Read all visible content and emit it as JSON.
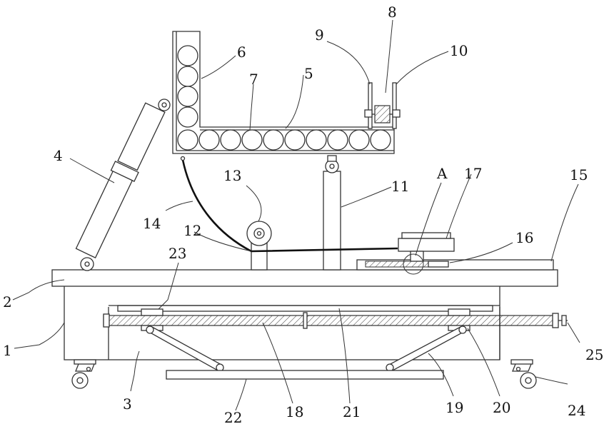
{
  "figure": {
    "callouts": [
      {
        "id": "c1",
        "text": "1"
      },
      {
        "id": "c2",
        "text": "2"
      },
      {
        "id": "c3",
        "text": "3"
      },
      {
        "id": "c4",
        "text": "4"
      },
      {
        "id": "c5",
        "text": "5"
      },
      {
        "id": "c6",
        "text": "6"
      },
      {
        "id": "c7",
        "text": "7"
      },
      {
        "id": "c8",
        "text": "8"
      },
      {
        "id": "c9",
        "text": "9"
      },
      {
        "id": "c10",
        "text": "10"
      },
      {
        "id": "c11",
        "text": "11"
      },
      {
        "id": "c12",
        "text": "12"
      },
      {
        "id": "c13",
        "text": "13"
      },
      {
        "id": "c14",
        "text": "14"
      },
      {
        "id": "c15",
        "text": "15"
      },
      {
        "id": "c16",
        "text": "16"
      },
      {
        "id": "c17",
        "text": "17"
      },
      {
        "id": "cA",
        "text": "A"
      },
      {
        "id": "c18",
        "text": "18"
      },
      {
        "id": "c19",
        "text": "19"
      },
      {
        "id": "c20",
        "text": "20"
      },
      {
        "id": "c21",
        "text": "21"
      },
      {
        "id": "c22",
        "text": "22"
      },
      {
        "id": "c23",
        "text": "23"
      },
      {
        "id": "c24",
        "text": "24"
      },
      {
        "id": "c25",
        "text": "25"
      }
    ]
  }
}
